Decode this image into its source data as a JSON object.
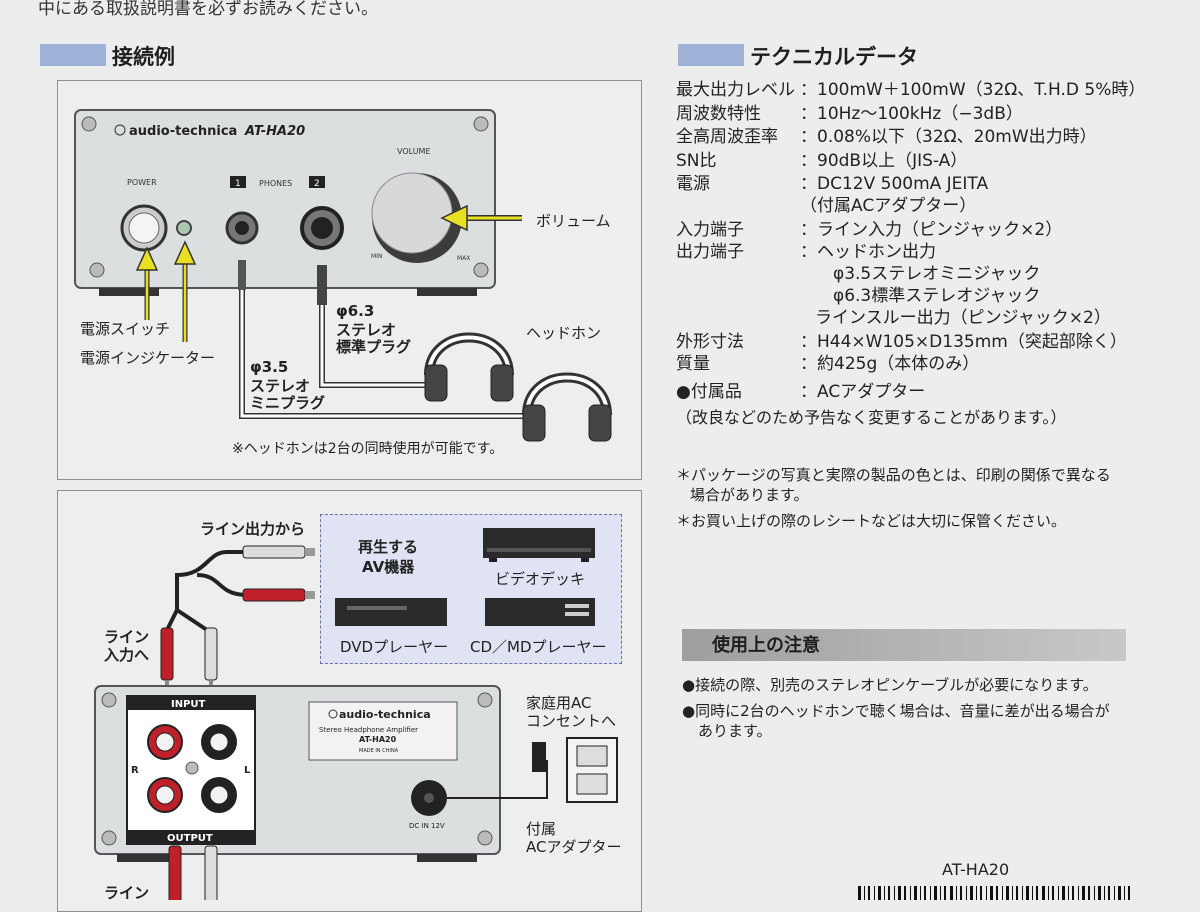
{
  "top_text": "中にある取扱説明書を必ずお読みください。",
  "connection": {
    "heading": "接続例",
    "amp_brand": "audio-technica",
    "amp_model": "AT-HA20",
    "power_label": "POWER",
    "phones_label": "PHONES",
    "phones_num1": "1",
    "phones_num2": "2",
    "volume_label": "VOLUME",
    "min_label": "MIN",
    "max_label": "MAX",
    "volume_callout": "ボリューム",
    "power_switch": "電源スイッチ",
    "power_indicator": "電源インジケーター",
    "plug63": [
      "φ6.3",
      "ステレオ",
      "標準プラグ"
    ],
    "plug35": [
      "φ3.5",
      "ステレオ",
      "ミニプラグ"
    ],
    "headphones": "ヘッドホン",
    "note": "※ヘッドホンは2台の同時使用が可能です。"
  },
  "line_connection": {
    "line_out_from": "ライン出力から",
    "line_in_to": [
      "ライン",
      "入力へ"
    ],
    "bottom_line": "ライン",
    "av_title": [
      "再生する",
      "AV機器"
    ],
    "video_deck": "ビデオデッキ",
    "dvd_player": "DVDプレーヤー",
    "cd_md_player": "CD／MDプレーヤー",
    "input_label": "INPUT",
    "output_label": "OUTPUT",
    "r_label": "R",
    "l_label": "L",
    "rear_brand": "audio-technica",
    "rear_line1": "Stereo Headphone Amplifier",
    "rear_model": "AT-HA20",
    "rear_made": "MADE IN CHINA",
    "dc_in": "DC IN 12V",
    "outlet": [
      "家庭用AC",
      "コンセントへ"
    ],
    "adapter": [
      "付属",
      "ACアダプター"
    ]
  },
  "tech": {
    "heading": "テクニカルデータ",
    "specs": [
      {
        "label": "最大出力レベル",
        "value": "：100mW＋100mW（32Ω、T.H.D 5%時）"
      },
      {
        "label": "周波数特性",
        "value": "：10Hz〜100kHz（−3dB）"
      },
      {
        "label": "全高周波歪率",
        "value": "：0.08%以下（32Ω、20mW出力時）"
      },
      {
        "label": "SN比",
        "value": "：90dB以上（JIS-A）"
      },
      {
        "label": "電源",
        "value": "：DC12V 500mA JEITA"
      },
      {
        "label": "",
        "value": "（付属ACアダプター）"
      },
      {
        "label": "入力端子",
        "value": "：ライン入力（ピンジャック×2）"
      },
      {
        "label": "出力端子",
        "value": "：ヘッドホン出力"
      },
      {
        "label": "",
        "value": "φ3.5ステレオミニジャック"
      },
      {
        "label": "",
        "value": "φ6.3標準ステレオジャック"
      },
      {
        "label": "",
        "value": "ラインスルー出力（ピンジャック×2）"
      },
      {
        "label": "外形寸法",
        "value": "：H44×W105×D135mm（突起部除く）"
      },
      {
        "label": "質量",
        "value": "：約425g（本体のみ）"
      },
      {
        "label": "●付属品",
        "value": "：ACアダプター"
      }
    ],
    "disclaimer": "（改良などのため予告なく変更することがあります。）",
    "notes": [
      "＊パッケージの写真と実際の製品の色とは、印刷の関係で異なる",
      "場合があります。",
      "＊お買い上げの際のレシートなどは大切に保管ください。"
    ]
  },
  "usage": {
    "heading": "使用上の注意",
    "items": [
      "●接続の際、別売のステレオピンケーブルが必要になります。",
      "●同時に2台のヘッドホンで聴く場合は、音量に差が出る場合が",
      "あります。"
    ]
  },
  "footer_model": "AT-HA20",
  "colors": {
    "bar": "#9fb3d9",
    "av_box": "#dfe3f3",
    "arrow": "#e8e020",
    "cable_red": "#c0202a"
  }
}
